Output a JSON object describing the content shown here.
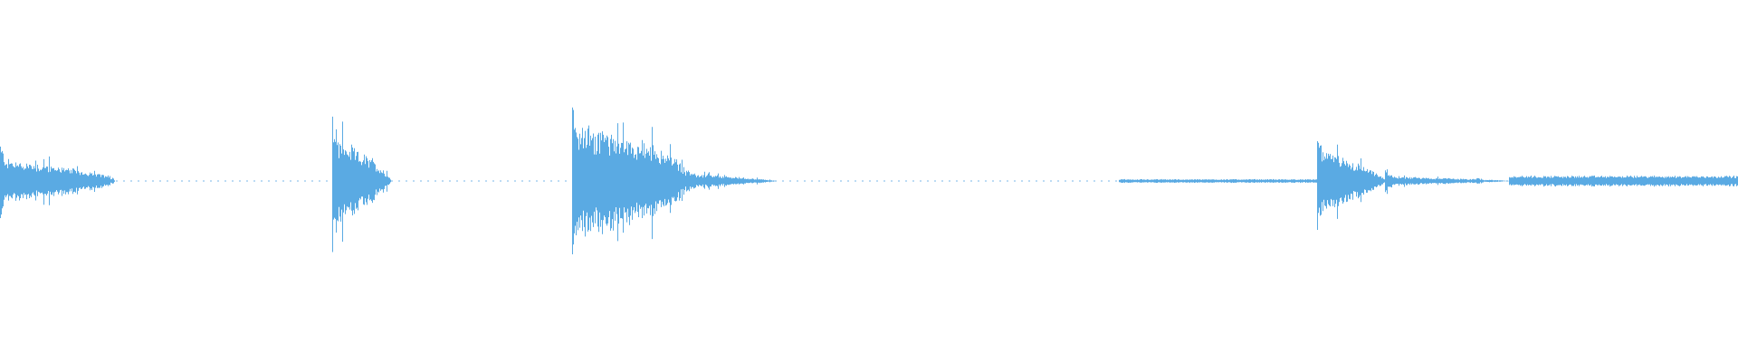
{
  "waveform": {
    "color": "#5aaae3",
    "background": "#ffffff",
    "silence_line_color": "#5aaae3",
    "amplitude_range": [
      -1,
      1
    ],
    "duration_fraction_segments": [
      {
        "kind": "burst",
        "start": 0.0,
        "end": 0.066,
        "peak": 0.27,
        "sustain": 0.15,
        "decay": 0.6
      },
      {
        "kind": "silence",
        "start": 0.066,
        "end": 0.191
      },
      {
        "kind": "burst",
        "start": 0.191,
        "end": 0.225,
        "peak": 0.55,
        "sustain": 0.3,
        "decay": 0.7
      },
      {
        "kind": "silence",
        "start": 0.225,
        "end": 0.329
      },
      {
        "kind": "burst",
        "start": 0.329,
        "end": 0.395,
        "peak": 0.6,
        "sustain": 0.38,
        "decay": 0.4
      },
      {
        "kind": "burst",
        "start": 0.395,
        "end": 0.447,
        "peak": 0.1,
        "sustain": 0.05,
        "decay": 0.8
      },
      {
        "kind": "silence",
        "start": 0.447,
        "end": 0.644
      },
      {
        "kind": "hum",
        "start": 0.644,
        "end": 0.758,
        "peak": 0.012
      },
      {
        "kind": "burst",
        "start": 0.758,
        "end": 0.797,
        "peak": 0.46,
        "sustain": 0.22,
        "decay": 0.7
      },
      {
        "kind": "burst",
        "start": 0.797,
        "end": 0.868,
        "peak": 0.08,
        "sustain": 0.03,
        "decay": 0.7
      },
      {
        "kind": "hum",
        "start": 0.868,
        "end": 1.0,
        "peak": 0.035
      }
    ]
  }
}
